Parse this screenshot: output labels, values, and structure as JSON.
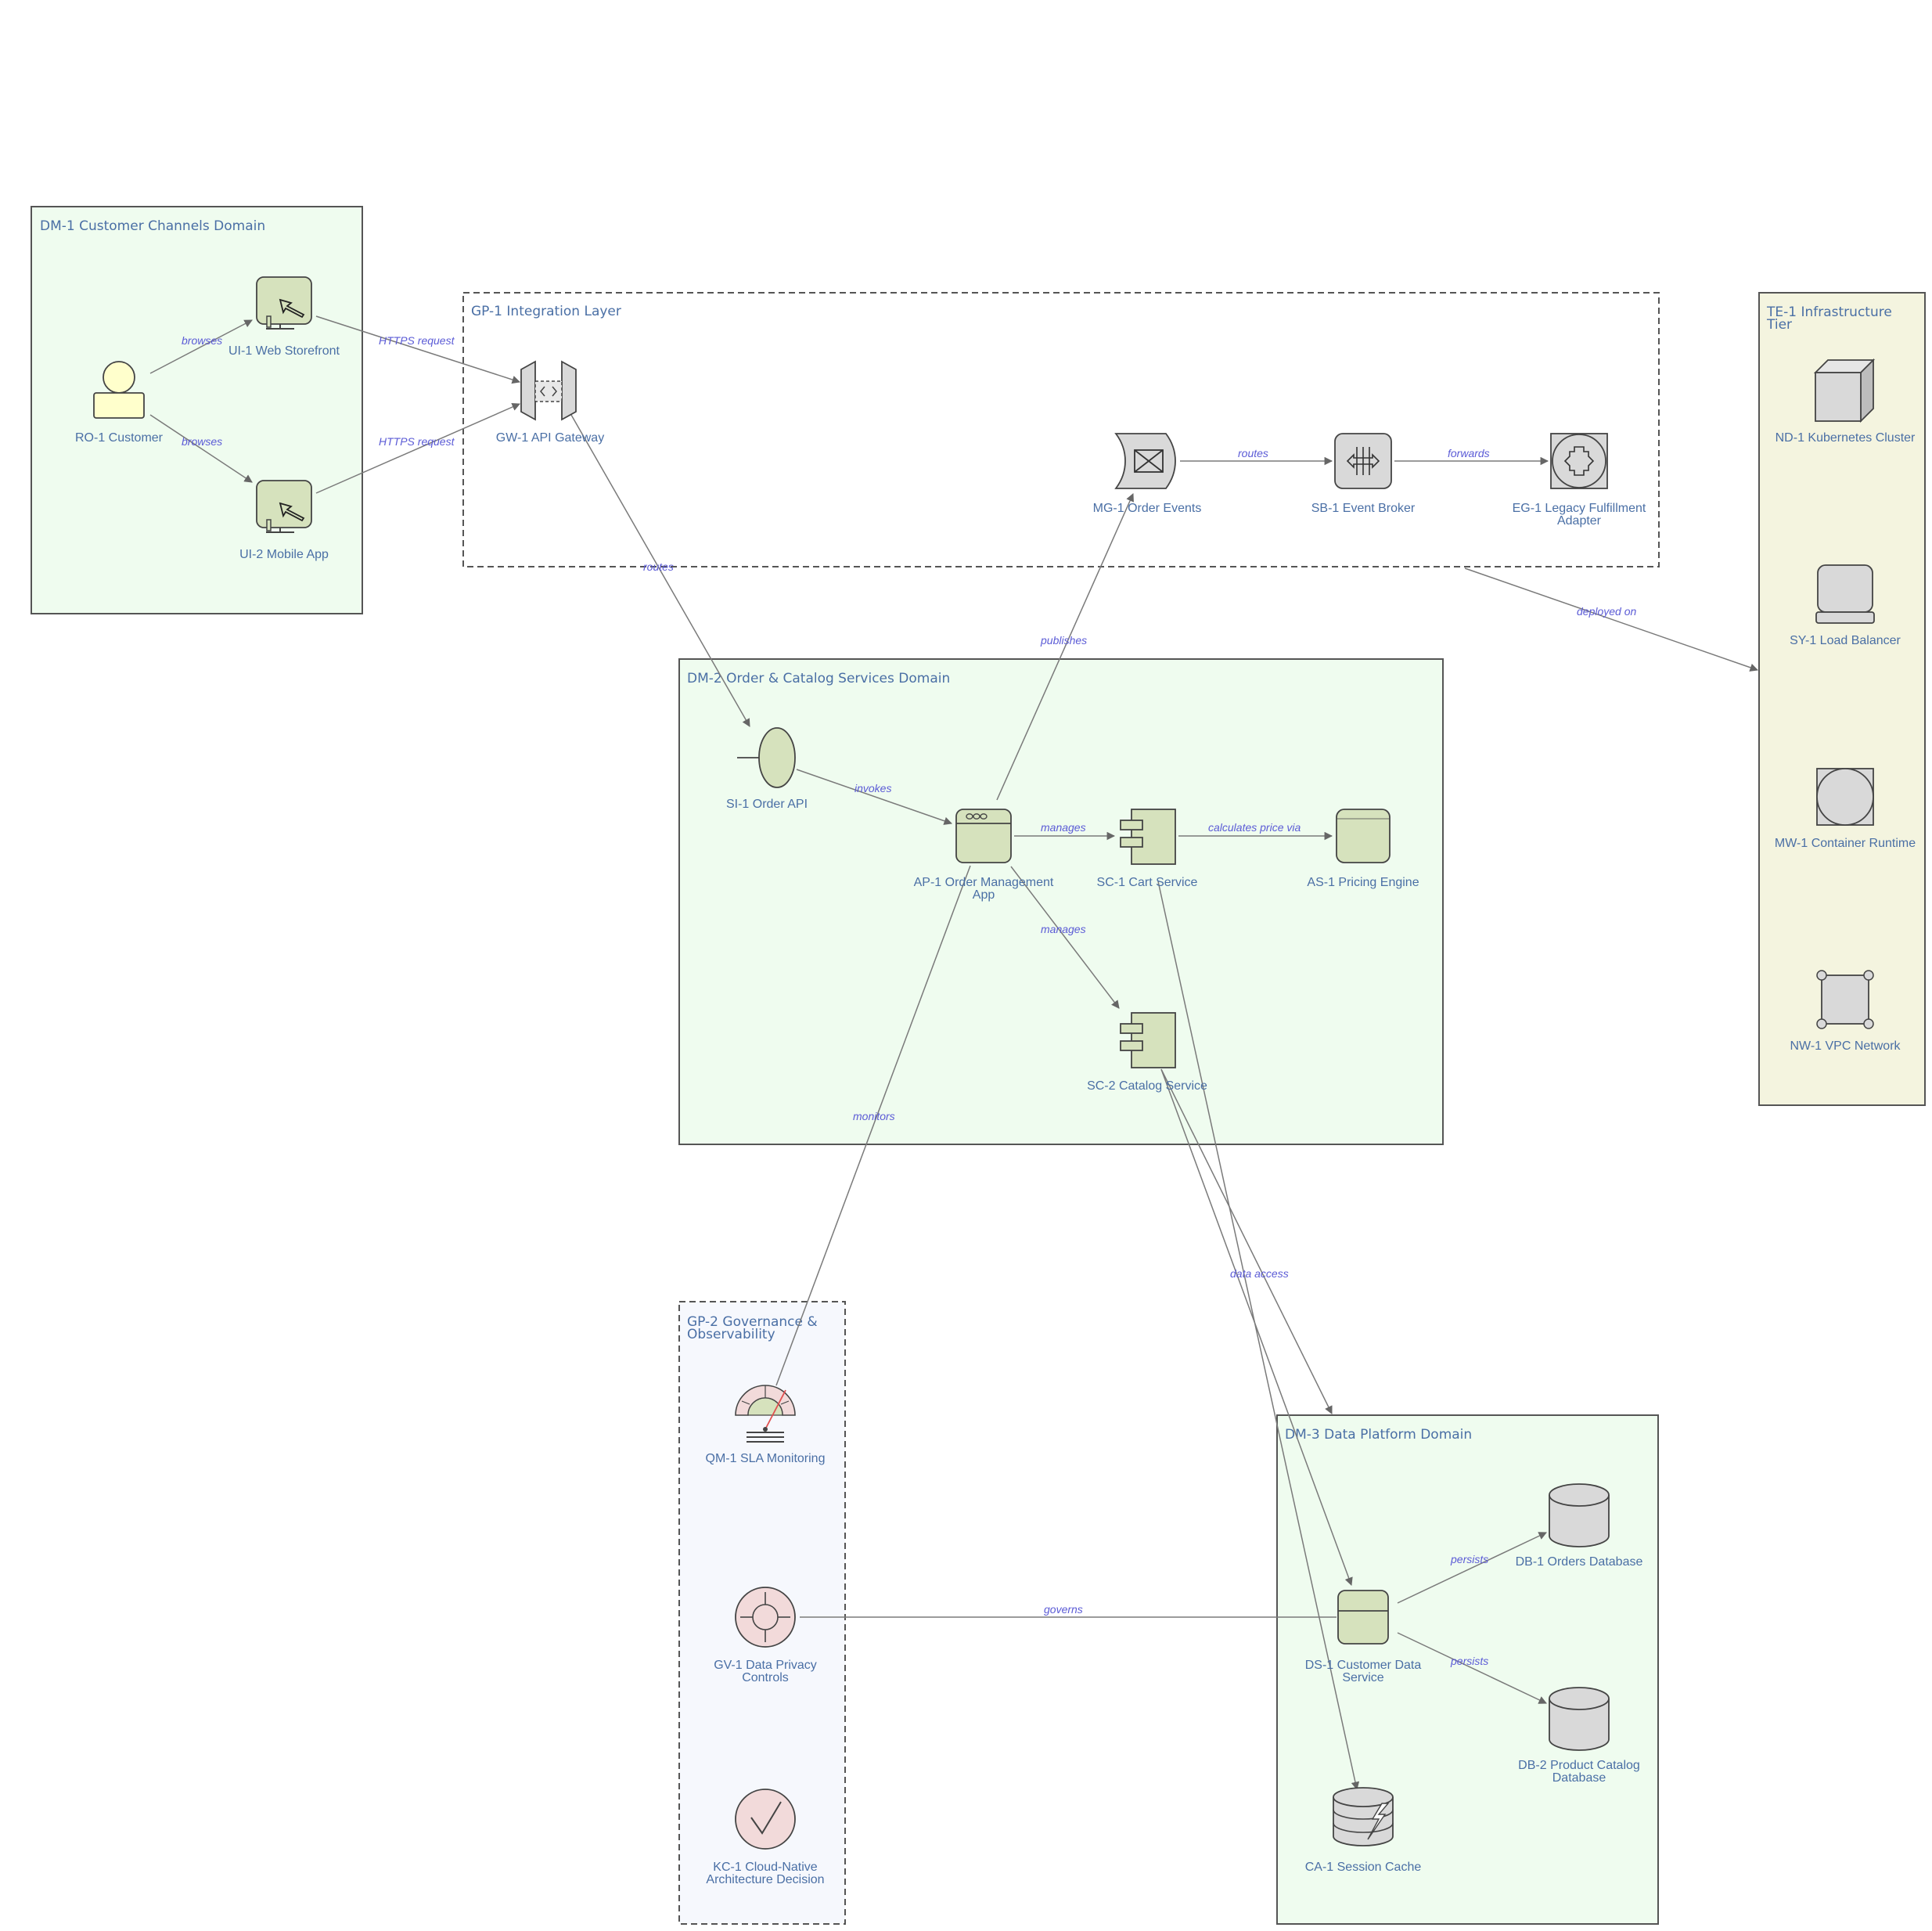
{
  "colors": {
    "domain_fill": "#effcef",
    "infra_fill": "#f4f4df",
    "governance_fill": "#f6f8fd",
    "element_green": "#d6e2bd",
    "element_gray": "#d9d9d9",
    "element_pink": "#f2dada",
    "actor_yellow": "#ffffcc",
    "label_blue": "#4a6fa5",
    "edge_label": "#5b5bd6",
    "edge_line": "#7a7a7a"
  },
  "groups": {
    "dm1": {
      "label": "DM-1 Customer Channels Domain"
    },
    "gp1": {
      "label": "GP-1 Integration Layer"
    },
    "te1": {
      "label_line1": "TE-1 Infrastructure",
      "label_line2": "Tier"
    },
    "dm2": {
      "label": "DM-2 Order & Catalog Services Domain"
    },
    "gp2": {
      "label_line1": "GP-2 Governance &",
      "label_line2": "Observability"
    },
    "dm3": {
      "label": "DM-3 Data Platform Domain"
    }
  },
  "nodes": {
    "ro1": {
      "label": "RO-1 Customer",
      "icon": "actor-icon"
    },
    "ui1": {
      "label": "UI-1 Web Storefront",
      "icon": "ui-icon"
    },
    "ui2": {
      "label": "UI-2 Mobile App",
      "icon": "ui-icon"
    },
    "gw1": {
      "label": "GW-1 API Gateway",
      "icon": "gateway-icon"
    },
    "mg1": {
      "label": "MG-1 Order Events",
      "icon": "message-queue-icon"
    },
    "sb1": {
      "label": "SB-1 Event Broker",
      "icon": "event-broker-icon"
    },
    "eg1": {
      "label_line1": "EG-1 Legacy Fulfillment",
      "label_line2": "Adapter",
      "icon": "adapter-icon"
    },
    "nd1": {
      "label": "ND-1 Kubernetes Cluster",
      "icon": "node-cube-icon"
    },
    "sy1": {
      "label": "SY-1 Load Balancer",
      "icon": "device-icon"
    },
    "mw1": {
      "label": "MW-1 Container Runtime",
      "icon": "runtime-icon"
    },
    "nw1": {
      "label": "NW-1 VPC Network",
      "icon": "network-icon"
    },
    "si1": {
      "label": "SI-1 Order API",
      "icon": "interface-icon"
    },
    "ap1": {
      "label_line1": "AP-1 Order Management",
      "label_line2": "App",
      "icon": "application-icon"
    },
    "sc1": {
      "label": "SC-1 Cart Service",
      "icon": "component-icon"
    },
    "as1": {
      "label": "AS-1 Pricing Engine",
      "icon": "service-icon"
    },
    "sc2": {
      "label": "SC-2 Catalog Service",
      "icon": "component-icon"
    },
    "qm1": {
      "label": "QM-1 SLA Monitoring",
      "icon": "gauge-icon"
    },
    "gv1": {
      "label_line1": "GV-1 Data Privacy",
      "label_line2": "Controls",
      "icon": "target-icon"
    },
    "kc1": {
      "label_line1": "KC-1 Cloud-Native",
      "label_line2": "Architecture Decision",
      "icon": "checkmark-icon"
    },
    "ds1": {
      "label_line1": "DS-1 Customer Data",
      "label_line2": "Service",
      "icon": "data-service-icon"
    },
    "db1": {
      "label": "DB-1 Orders Database",
      "icon": "database-icon"
    },
    "db2": {
      "label_line1": "DB-2 Product Catalog",
      "label_line2": "Database",
      "icon": "database-icon"
    },
    "ca1": {
      "label": "CA-1 Session Cache",
      "icon": "cache-icon"
    }
  },
  "edges": {
    "ro1_ui1": {
      "label": "browses"
    },
    "ro1_ui2": {
      "label": "browses"
    },
    "ui1_gw1": {
      "label": "HTTPS request"
    },
    "ui2_gw1": {
      "label": "HTTPS request"
    },
    "gw1_si1": {
      "label": "routes"
    },
    "mg1_sb1": {
      "label": "routes"
    },
    "sb1_eg1": {
      "label": "forwards"
    },
    "gp1_te1": {
      "label": "deployed on"
    },
    "ap1_mg1": {
      "label": "publishes"
    },
    "si1_ap1": {
      "label": "invokes"
    },
    "ap1_sc1": {
      "label": "manages"
    },
    "sc1_as1": {
      "label": "calculates price via"
    },
    "ap1_sc2": {
      "label": "manages"
    },
    "ap1_qm1": {
      "label": "monitors"
    },
    "sc2_dm3": {
      "label": "data access"
    },
    "gv1_ds1": {
      "label": "governs"
    },
    "ds1_db1": {
      "label": "persists"
    },
    "ds1_db2": {
      "label": "persists"
    }
  }
}
